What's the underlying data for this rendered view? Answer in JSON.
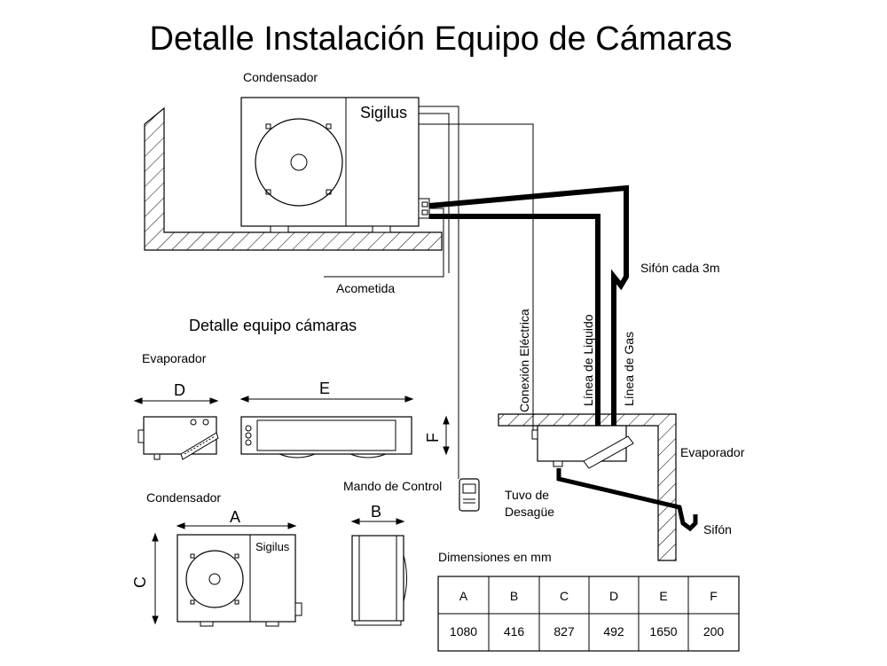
{
  "title": "Detalle Instalación Equipo de Cámaras",
  "main_diagram": {
    "condensador_label": "Condensador",
    "brand": "Sigilus",
    "acometida_label": "Acometida",
    "sifon_cada_label": "Sifón cada 3m",
    "conexion_label": "Conexión Eléctrica",
    "liquido_label": "Línea de Liquido",
    "gas_label": "Línea de Gas",
    "evaporador_label": "Evaporador",
    "mando_label": "Mando de Control",
    "desague_line1": "Tuvo de",
    "desague_line2": "Desagüe",
    "sifon_label": "Sifón"
  },
  "detail": {
    "heading": "Detalle equipo cámaras",
    "evaporador_label": "Evaporador",
    "condensador_label": "Condensador",
    "brand": "Sigilus",
    "dim_a": "A",
    "dim_b": "B",
    "dim_c": "C",
    "dim_d": "D",
    "dim_e": "E",
    "dim_f": "F"
  },
  "dimensions_table": {
    "caption": "Dimensiones en mm",
    "headers": [
      "A",
      "B",
      "C",
      "D",
      "E",
      "F"
    ],
    "values": [
      "1080",
      "416",
      "827",
      "492",
      "1650",
      "200"
    ]
  }
}
